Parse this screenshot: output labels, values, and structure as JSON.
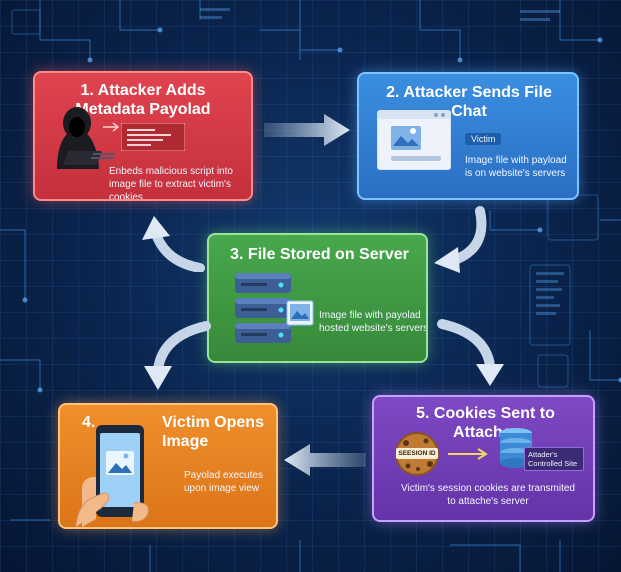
{
  "steps": [
    {
      "title": "1. Attacker Adds Metadata Payolad",
      "desc": "Enbeds malicious script into image file to extract victim's cookies"
    },
    {
      "title": "2. Attacker Sends File Chat",
      "label": "Victim",
      "desc": "Image file with payload is on website's servers"
    },
    {
      "title": "3. File Stored on Server",
      "desc": "Image file with payolad hosted website's servers"
    },
    {
      "title": "4.",
      "title2": "Victim Opens Image",
      "desc": "Payolad executes upon image view"
    },
    {
      "title": "5. Cookies Sent to Attacher",
      "cookie_label": "SEESION ID",
      "site_label": "Attader's Controlled Site",
      "desc": "Victim's session cookies are transmited to attache's server"
    }
  ],
  "colors": {
    "step1": "#d93a46",
    "step2": "#3380d6",
    "step3": "#43a047",
    "step4": "#ea8424",
    "step5": "#7440b8",
    "arrow": "#b7c9de"
  },
  "icons": [
    "hacker-icon",
    "code-window-icon",
    "browser-window-icon",
    "image-icon",
    "server-rack-icon",
    "smartphone-icon",
    "hand-icon",
    "cookie-icon",
    "database-icon",
    "arrow-right-icon"
  ]
}
